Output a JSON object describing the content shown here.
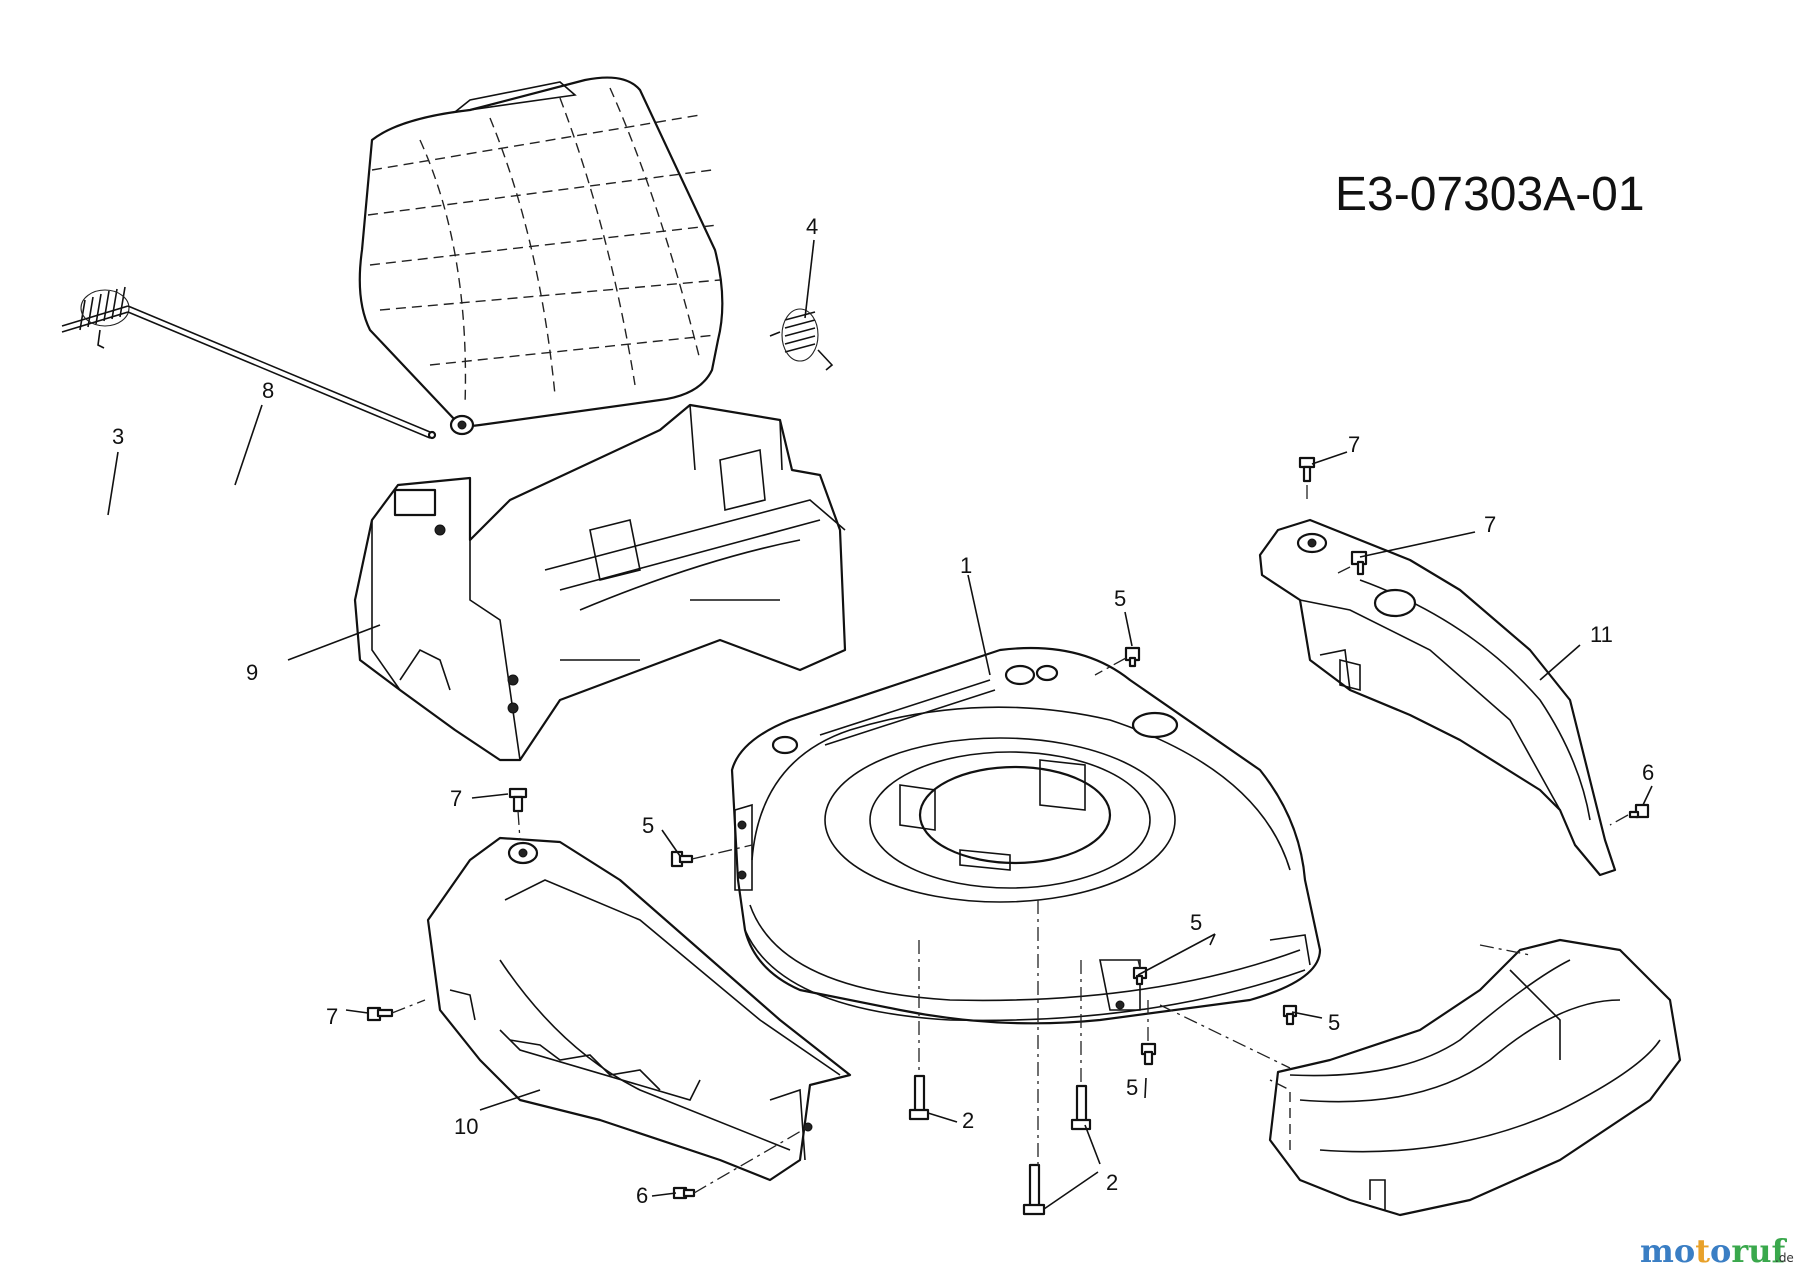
{
  "diagram_id": "E3-07303A-01",
  "watermark": {
    "brand": "motoruf",
    "domain_suffix": ".de",
    "colors": [
      "#3a7ec4",
      "#e8a12a",
      "#3aa84c"
    ]
  },
  "callouts": {
    "c1": "1",
    "c2a": "2",
    "c2b": "2",
    "c3": "3",
    "c4": "4",
    "c5a": "5",
    "c5b": "5",
    "c5c": "5",
    "c5d": "5",
    "c5e": "5",
    "c6a": "6",
    "c6b": "6",
    "c7a": "7",
    "c7b": "7",
    "c7c": "7",
    "c7d": "7",
    "c8": "8",
    "c9": "9",
    "c10": "10",
    "c11": "11"
  }
}
